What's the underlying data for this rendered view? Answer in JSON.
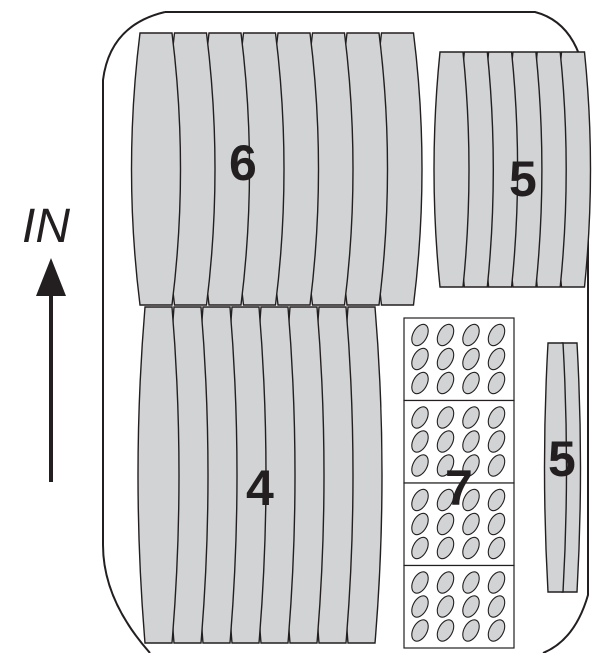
{
  "direction_label": "IN",
  "colors": {
    "lamella_fill": "#d1d3d4",
    "stroke": "#231f20",
    "grid_fill": "#ffffff",
    "background": "#ffffff"
  },
  "groups": [
    {
      "id": "group-6",
      "label": "6",
      "lamella_count": 8
    },
    {
      "id": "group-5-top",
      "label": "5",
      "lamella_count": 6
    },
    {
      "id": "group-4",
      "label": "4",
      "lamella_count": 8
    },
    {
      "id": "group-5-right",
      "label": "5",
      "lamella_count": 2
    },
    {
      "id": "group-7",
      "label": "7",
      "grid_rows": 4,
      "ellipse_rows_per_cell": 3,
      "ellipse_cols": 4
    }
  ]
}
